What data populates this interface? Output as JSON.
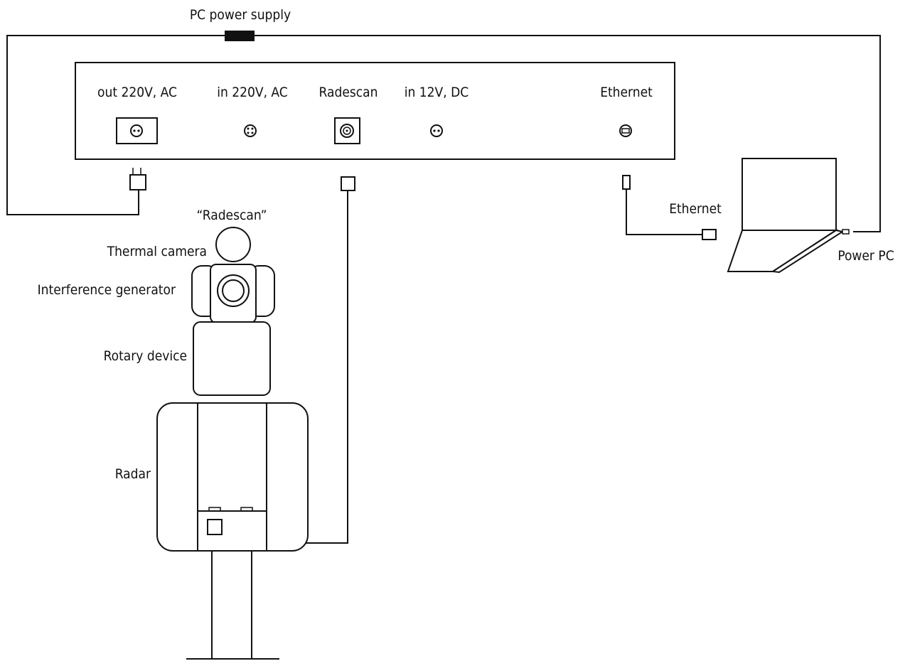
{
  "labels": {
    "pc_power_supply": "PC power supply",
    "out_220v_ac": "out 220V, AC",
    "in_220v_ac": "in 220V, AC",
    "radescan_port": "Radescan",
    "in_12v_dc": "in 12V, DC",
    "ethernet_port": "Ethernet",
    "radescan_device": "“Radescan”",
    "thermal_camera": "Thermal camera",
    "interference_generator": "Interference generator",
    "rotary_device": "Rotary device",
    "radar": "Radar",
    "ethernet_cable": "Ethernet",
    "power_pc": "Power PC"
  },
  "colors": {
    "line": "#111111",
    "background": "#ffffff"
  }
}
